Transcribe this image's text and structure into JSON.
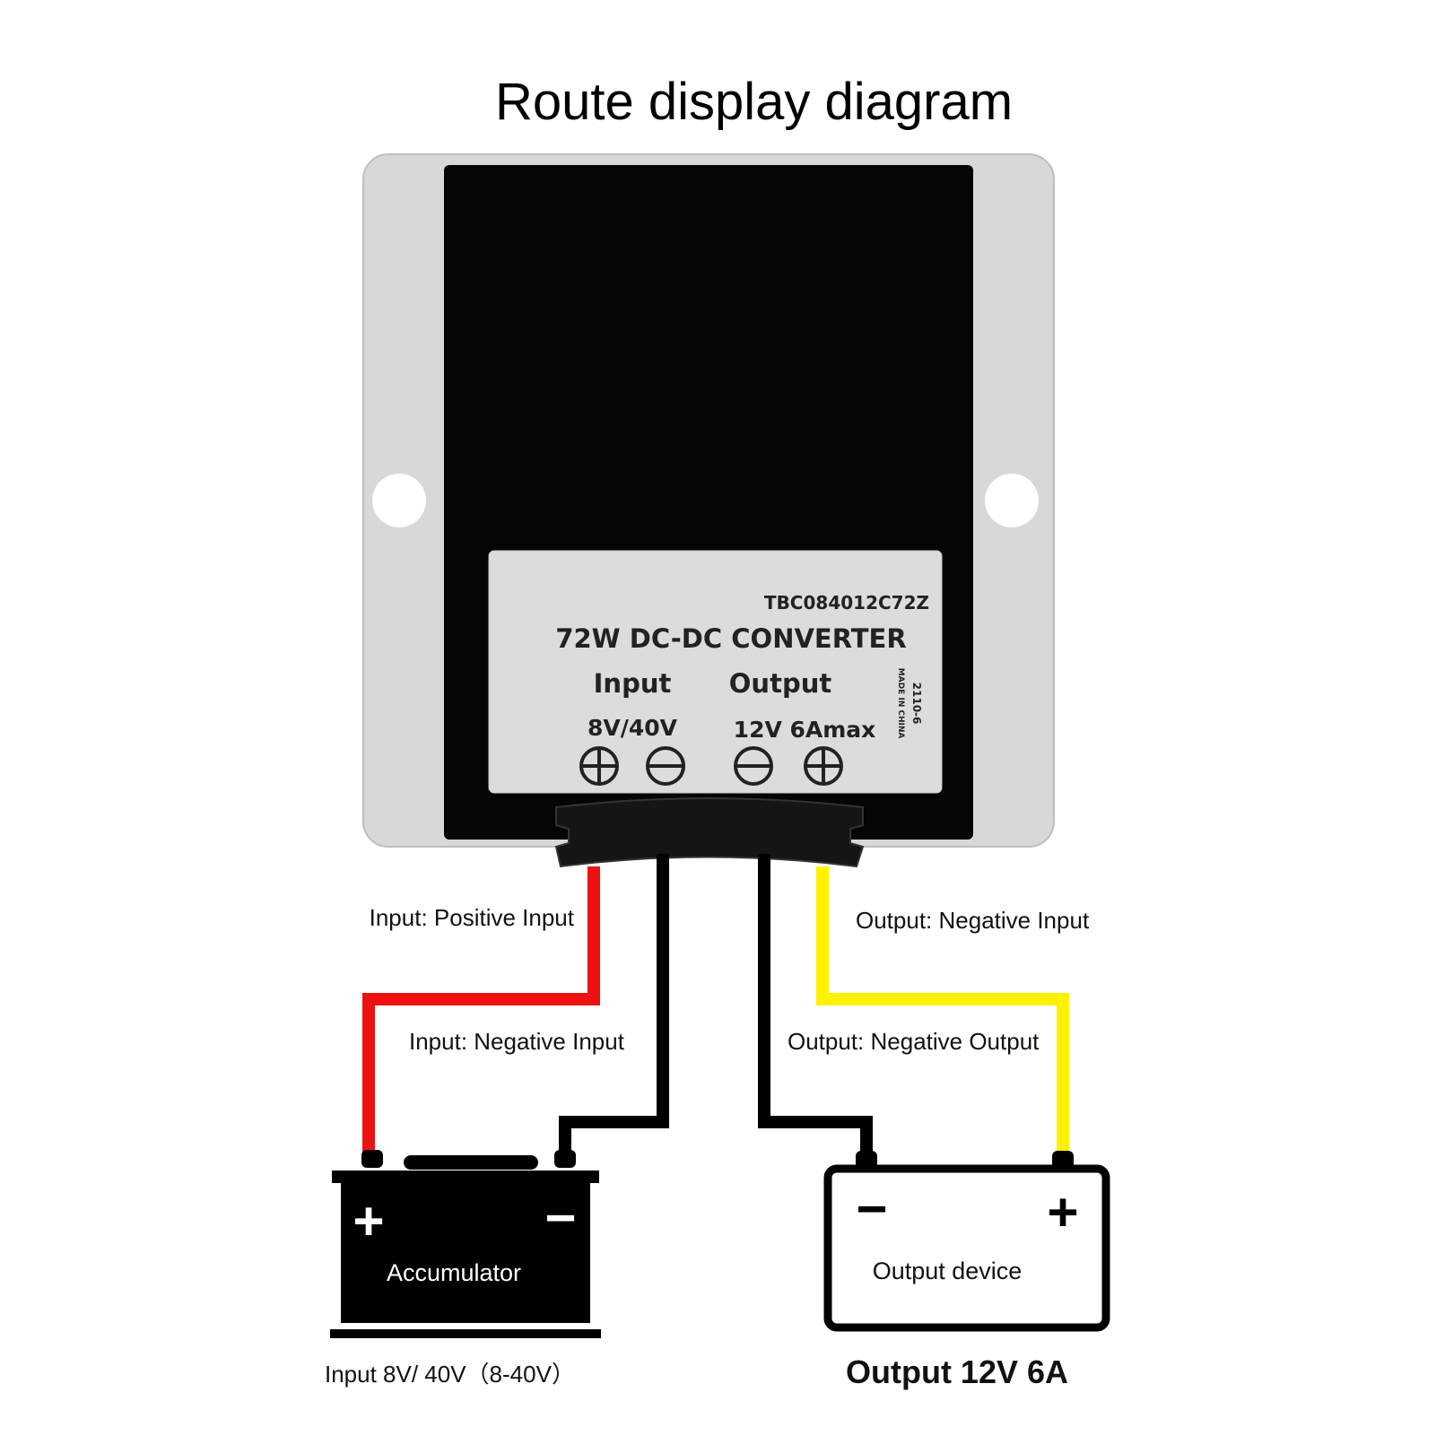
{
  "title": "Route display diagram",
  "plate": {
    "model": "TBC084012C72Z",
    "name": "72W DC-DC CONVERTER",
    "input_label": "Input",
    "output_label": "Output",
    "input_spec": "8V/40V",
    "output_spec": "12V 6Amax",
    "batch": "2110-6",
    "origin": "MADE IN CHINA",
    "terminals": [
      "+",
      "−",
      "−",
      "+"
    ]
  },
  "wires": {
    "red_label": "Input: Positive Input",
    "black_in_label": "Input: Negative Input",
    "yellow_label": "Output: Negative Input",
    "black_out_label": "Output: Negative Output",
    "colors": {
      "red": "#ee1111",
      "black": "#000000",
      "yellow": "#fff200"
    }
  },
  "accumulator": {
    "label": "Accumulator",
    "plus": "+",
    "minus": "−",
    "caption": "Input 8V/ 40V（8-40V）"
  },
  "output_device": {
    "label": "Output device",
    "plus": "+",
    "minus": "−",
    "caption": "Output 12V 6A"
  }
}
